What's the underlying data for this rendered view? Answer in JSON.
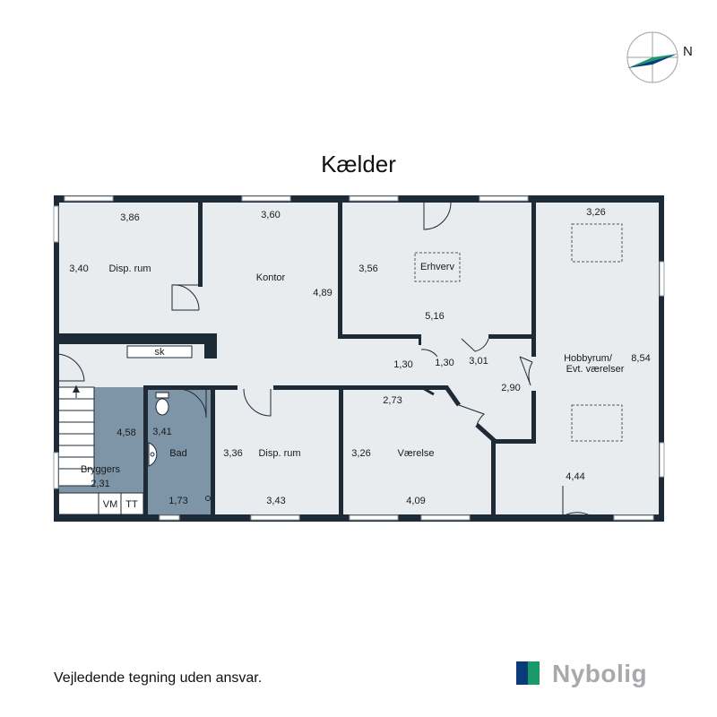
{
  "title": "Kælder",
  "compass": {
    "north_label": "N"
  },
  "footer": {
    "disclaimer": "Vejledende tegning uden ansvar."
  },
  "logo": {
    "text": "Nybolig",
    "colors": [
      "#0a3a7a",
      "#1a9a6a"
    ]
  },
  "colors": {
    "wall": "#1e2a36",
    "room_fill": "#e8ecef",
    "wet_room_fill": "#7d95a7",
    "window": "#ffffff"
  },
  "rooms": {
    "disp_rum_1": {
      "name": "Disp. rum",
      "width": "3,86",
      "depth": "3,40"
    },
    "kontor": {
      "name": "Kontor",
      "width": "3,60",
      "depth": "4,89"
    },
    "erhverv": {
      "name": "Erhverv",
      "width": "5,16",
      "depth": "3,56"
    },
    "hobbyrum": {
      "name_line1": "Hobbyrum/",
      "name_line2": "Evt. værelser",
      "width": "3,26",
      "depth": "8,54",
      "bottom": "4,44"
    },
    "gang": {
      "d1": "1,30",
      "d2": "1,30",
      "d3": "3,01",
      "d4": "2,90",
      "d5": "2,73"
    },
    "bryggers": {
      "name": "Bryggers",
      "width": "2,31",
      "depth": "4,58",
      "vm": "VM",
      "tt": "TT"
    },
    "bad": {
      "name": "Bad",
      "width": "1,73",
      "depth": "3,41"
    },
    "disp_rum_2": {
      "name": "Disp. rum",
      "width": "3,43",
      "depth": "3,36"
    },
    "vaerelse": {
      "name": "Værelse",
      "width": "4,09",
      "depth": "3,26"
    },
    "skab": {
      "label": "sk"
    }
  }
}
